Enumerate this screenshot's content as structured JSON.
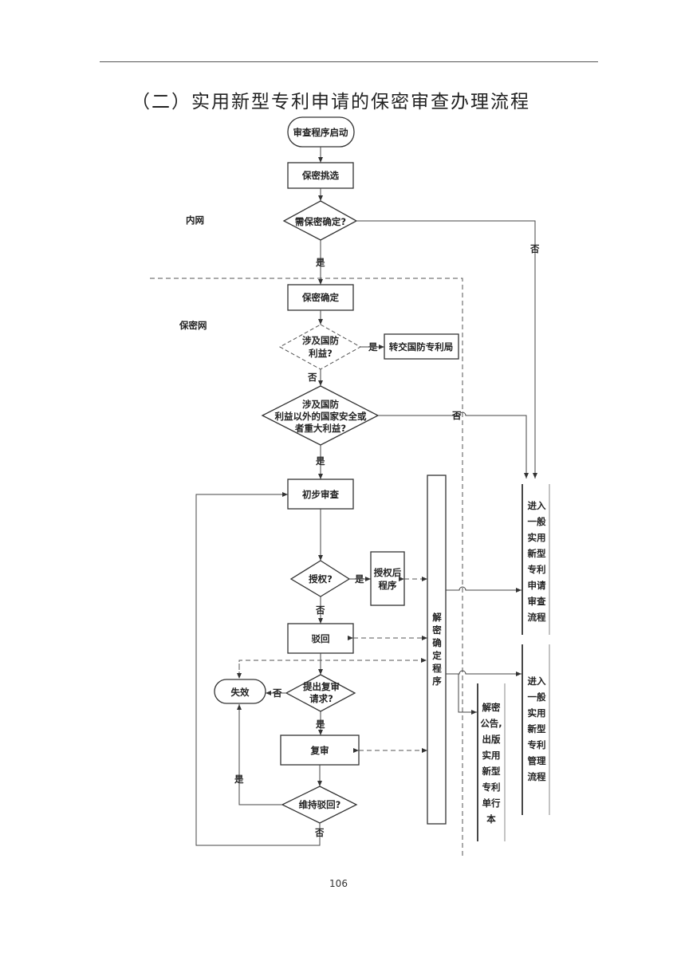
{
  "page": {
    "title": "（二）实用新型专利申请的保密审查办理流程",
    "page_number": "106"
  },
  "zones": {
    "intranet": "内网",
    "secure_network": "保密网"
  },
  "nodes": {
    "start": "审查程序启动",
    "screening": "保密挑选",
    "need_confirm": "需保密确定?",
    "confirm": "保密确定",
    "defense_q_l1": "涉及国防",
    "defense_q_l2": "利益?",
    "transfer_defense": "转交国防专利局",
    "security_q_l1": "涉及国防",
    "security_q_l2": "利益以外的国家安全或",
    "security_q_l3": "者重大利益?",
    "prelim_exam": "初步审查",
    "grant_q": "授权?",
    "post_grant_l1": "授权后",
    "post_grant_l2": "程序",
    "reject": "驳回",
    "invalid": "失效",
    "review_q_l1": "提出复审",
    "review_q_l2": "请求?",
    "review": "复审",
    "maintain_q": "维持驳回?",
    "declassify": [
      "解",
      "密",
      "确",
      "定",
      "程",
      "序"
    ],
    "general_exam": [
      "进入",
      "一般",
      "实用",
      "新型",
      "专利",
      "申请",
      "审查",
      "流程"
    ],
    "general_mgmt": [
      "进入",
      "一般",
      "实用",
      "新型",
      "专利",
      "管理",
      "流程"
    ],
    "announce": [
      "解密",
      "公告,",
      "出版",
      "实用",
      "新型",
      "专利",
      "单行",
      "本"
    ]
  },
  "edge_labels": {
    "yes": "是",
    "no": "否"
  }
}
